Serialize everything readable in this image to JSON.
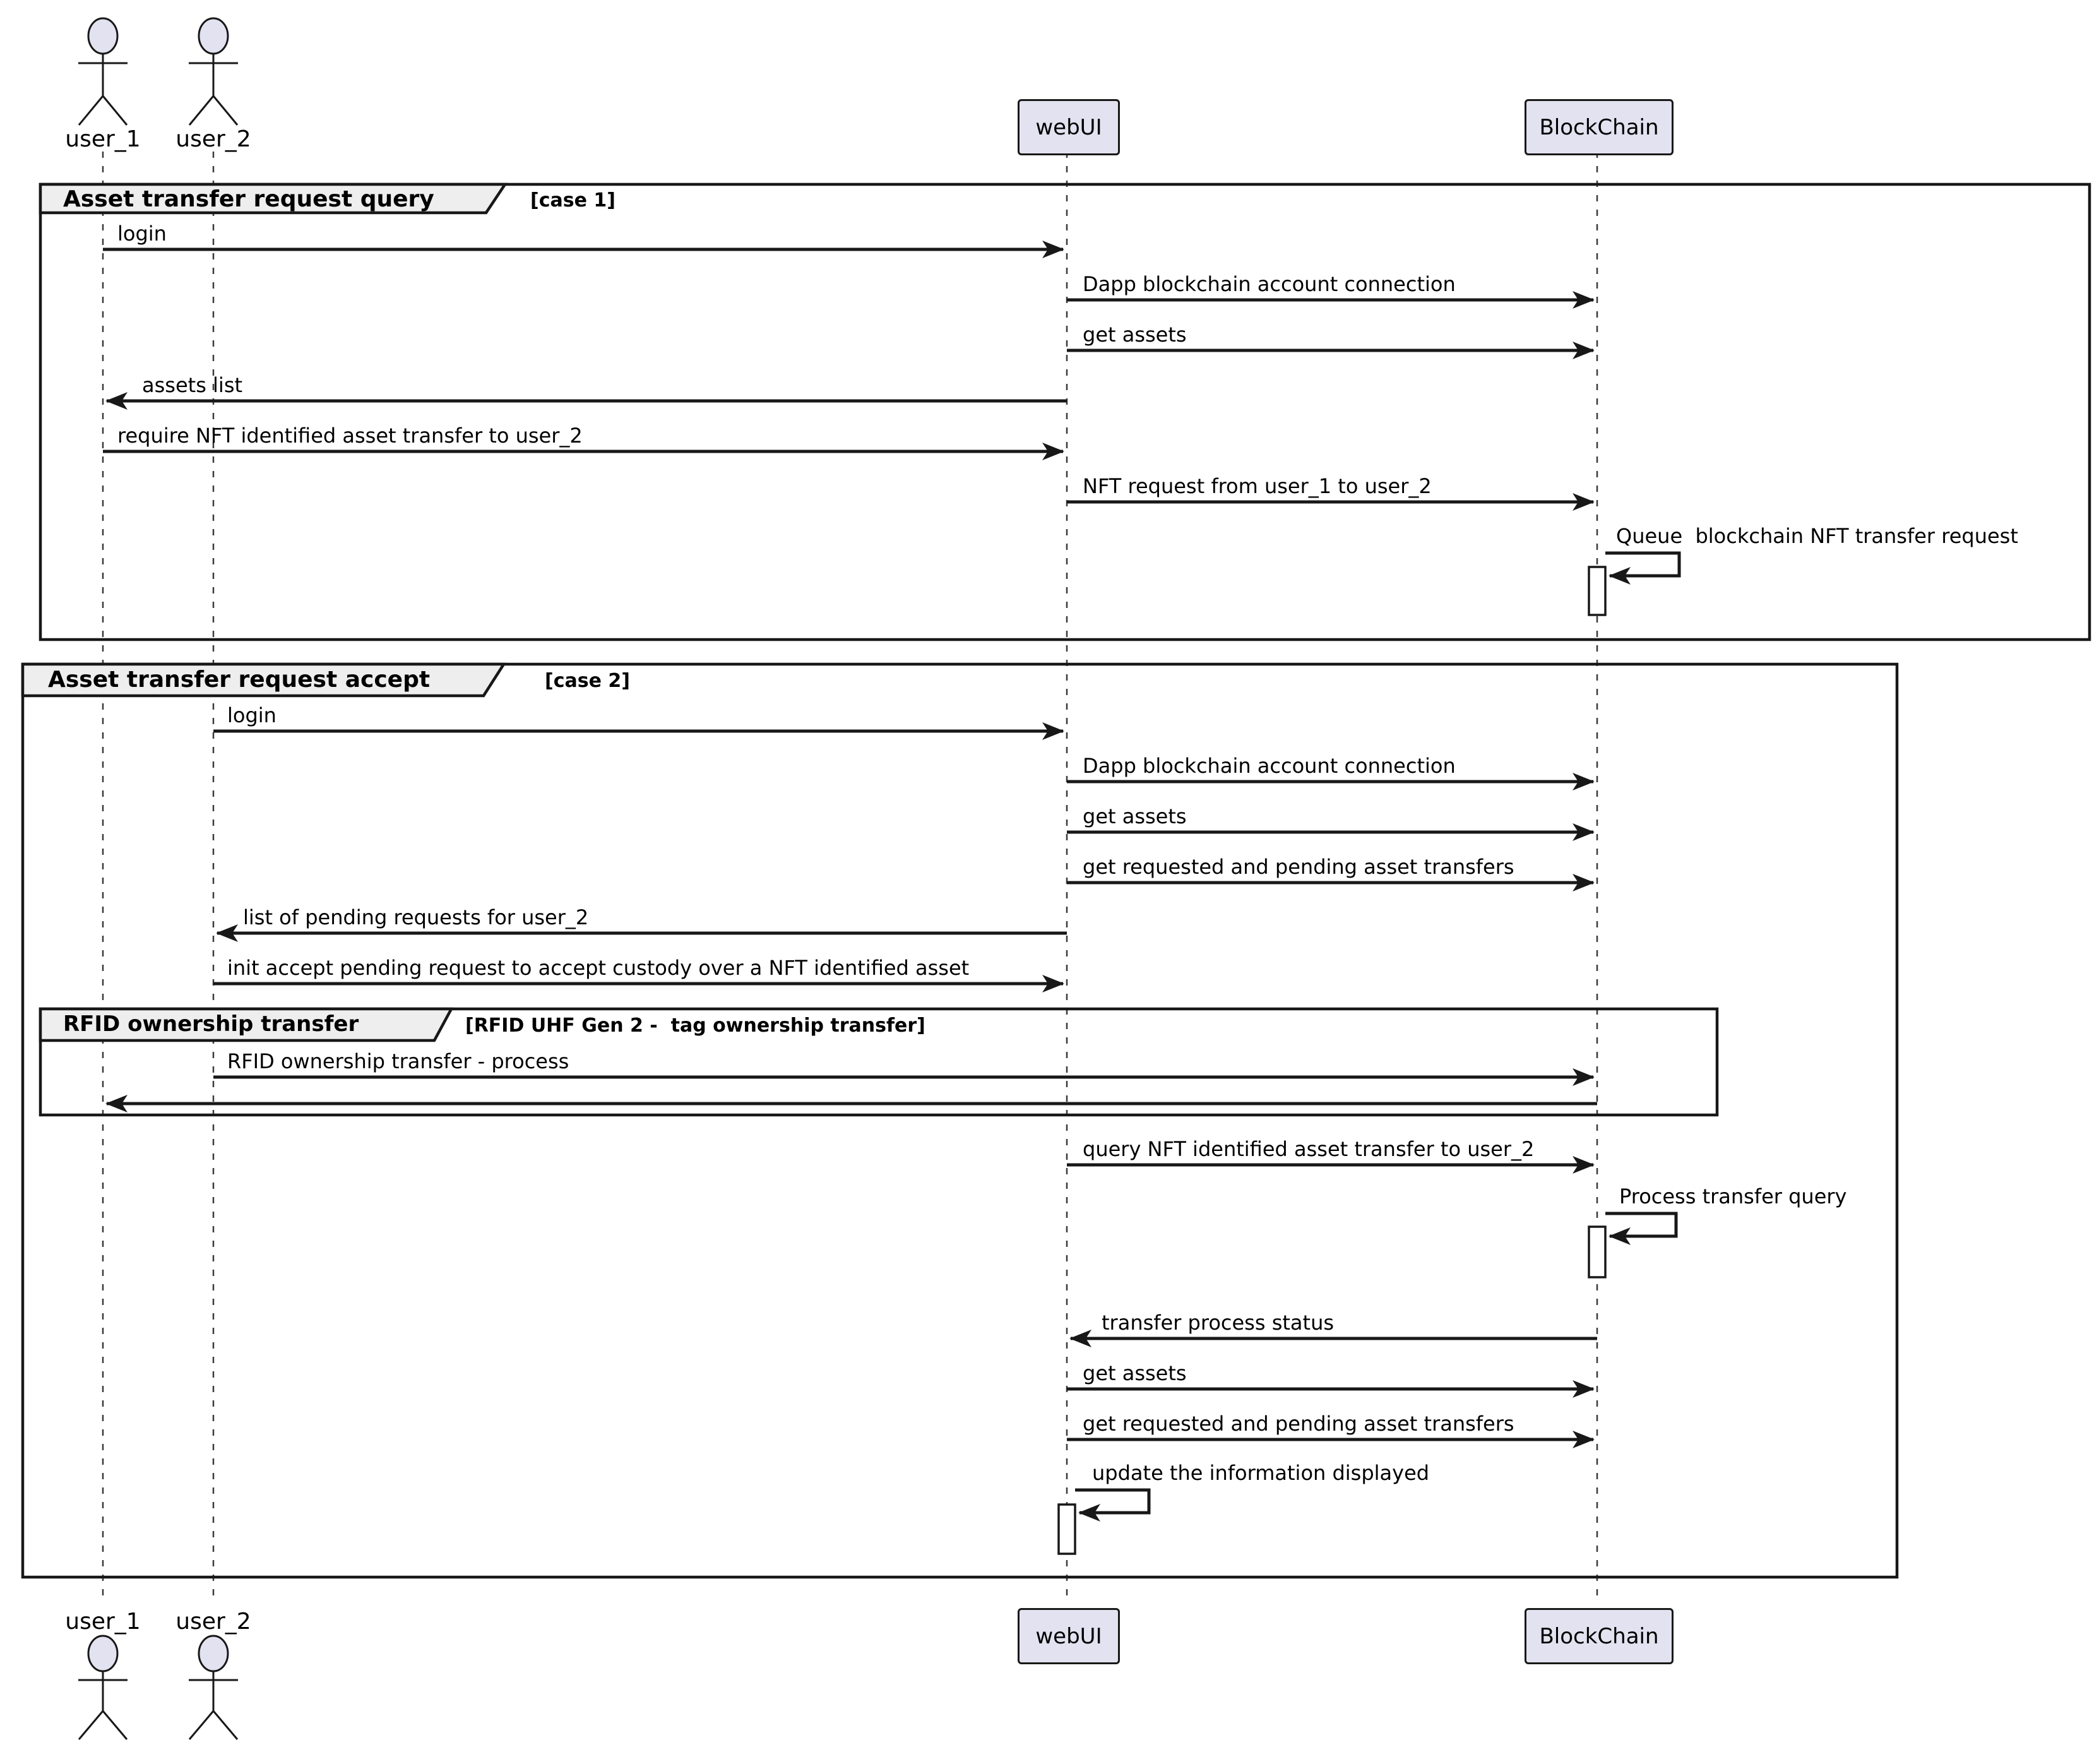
{
  "diagram_type": "uml-sequence-diagram",
  "actors": {
    "user1": "user_1",
    "user2": "user_2"
  },
  "participants": {
    "webui": "webUI",
    "blockchain": "BlockChain"
  },
  "frames": {
    "case1": {
      "title": "Asset transfer request query",
      "condition": "[case 1]"
    },
    "case2": {
      "title": "Asset transfer request accept",
      "condition": "[case 2]"
    },
    "rfid": {
      "title": "RFID ownership transfer",
      "condition": "[RFID UHF Gen 2 -  tag ownership transfer]"
    }
  },
  "messages": {
    "case1": [
      "login",
      "Dapp blockchain account connection",
      "get assets",
      "assets list",
      "require NFT identified asset transfer to user_2",
      "NFT request from user_1 to user_2",
      "Queue  blockchain NFT transfer request"
    ],
    "case2_pre": [
      "login",
      "Dapp blockchain account connection",
      "get assets",
      "get requested and pending asset transfers",
      "list of pending requests for user_2",
      "init accept pending request to accept custody over a NFT identified asset"
    ],
    "rfid": [
      "RFID ownership transfer - process"
    ],
    "case2_post": [
      "query NFT identified asset transfer to user_2",
      "Process transfer query",
      "transfer process status",
      "get assets",
      "get requested and pending asset transfers",
      "update the information displayed"
    ]
  },
  "colors": {
    "participant_fill": "#E2E2F0",
    "line": "#181818",
    "frame_tab_fill": "#EEEEEE",
    "background": "#FFFFFF"
  }
}
